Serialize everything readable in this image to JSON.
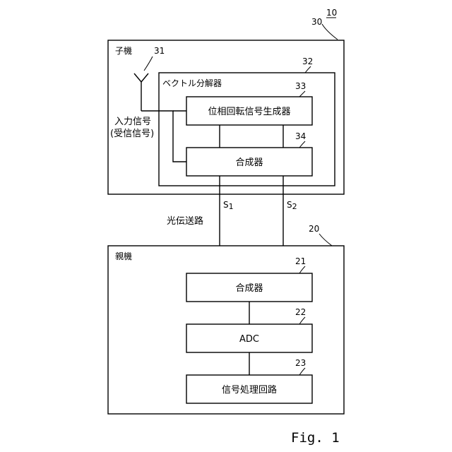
{
  "figure": {
    "label": "Fig. 1",
    "system_ref": "10"
  },
  "child_unit": {
    "ref": "30",
    "label": "子機",
    "antenna_ref": "31",
    "input_label_line1": "入力信号",
    "input_label_line2": "(受信信号)",
    "vector_decomposer": {
      "ref": "32",
      "label": "ベクトル分解器",
      "phase_rotation_generator": {
        "ref": "33",
        "label": "位相回転信号生成器"
      },
      "combiner": {
        "ref": "34",
        "label": "合成器"
      }
    }
  },
  "link": {
    "label": "光伝送路",
    "s1": "S",
    "s1_sub": "1",
    "s2": "S",
    "s2_sub": "2"
  },
  "parent_unit": {
    "ref": "20",
    "label": "親機",
    "combiner": {
      "ref": "21",
      "label": "合成器"
    },
    "adc": {
      "ref": "22",
      "label": "ADC"
    },
    "signal_processing": {
      "ref": "23",
      "label": "信号処理回路"
    }
  }
}
